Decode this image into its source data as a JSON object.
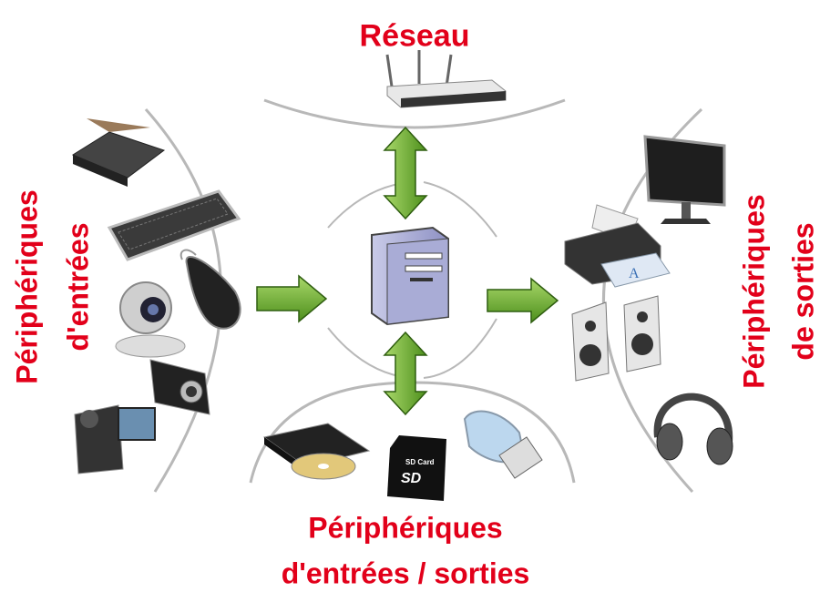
{
  "title": "Réseau",
  "labels": {
    "inputs_line1": "Périphériques",
    "inputs_line2": "d'entrées",
    "outputs_line1": "Périphériques",
    "outputs_line2": "de sorties",
    "io_line1": "Périphériques",
    "io_line2": "d'entrées / sorties"
  },
  "sd_card_text": "SD Card",
  "colors": {
    "label": "#e2001a",
    "arrow": "#6aaa2a",
    "arc": "#b5b5b5"
  },
  "icons": [
    "router-icon",
    "computer-tower-icon",
    "scanner-icon",
    "keyboard-icon",
    "mouse-icon",
    "webcam-icon",
    "camera-icon",
    "camcorder-icon",
    "monitor-icon",
    "printer-icon",
    "speakers-icon",
    "headphones-icon",
    "dvd-drive-icon",
    "sd-card-icon",
    "usb-key-icon"
  ]
}
